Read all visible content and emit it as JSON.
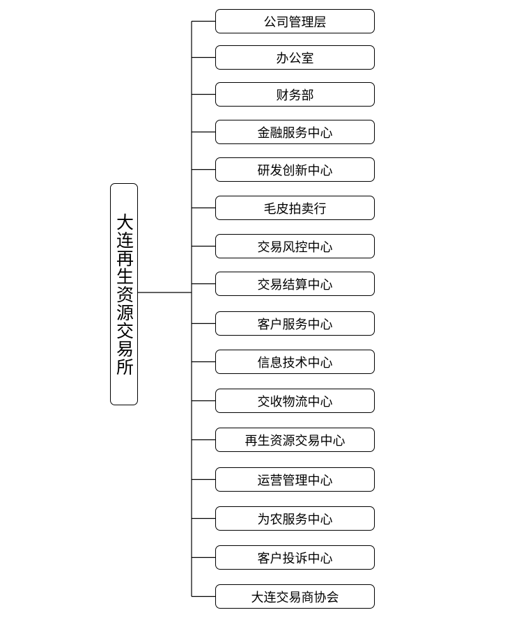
{
  "root": {
    "label": "大连再生资源交易所"
  },
  "departments": [
    {
      "label": "公司管理层"
    },
    {
      "label": "办公室"
    },
    {
      "label": "财务部"
    },
    {
      "label": "金融服务中心"
    },
    {
      "label": "研发创新中心"
    },
    {
      "label": "毛皮拍卖行"
    },
    {
      "label": "交易风控中心"
    },
    {
      "label": "交易结算中心"
    },
    {
      "label": "客户服务中心"
    },
    {
      "label": "信息技术中心"
    },
    {
      "label": "交收物流中心"
    },
    {
      "label": "再生资源交易中心"
    },
    {
      "label": "运营管理中心"
    },
    {
      "label": "为农服务中心"
    },
    {
      "label": "客户投诉中心"
    },
    {
      "label": "大连交易商协会"
    }
  ]
}
